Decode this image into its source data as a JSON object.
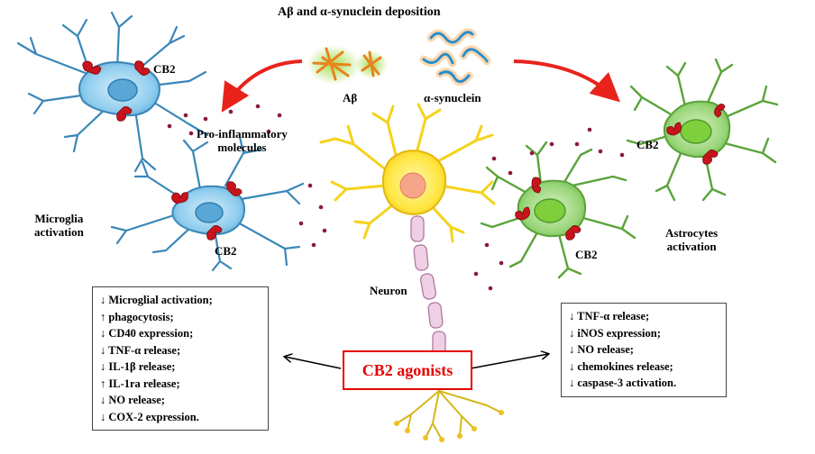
{
  "title": "Aβ and α-synuclein deposition",
  "labels": {
    "abeta": "Aβ",
    "asyn": "α-synuclein",
    "pro_inflammatory": "Pro-inflammatory\nmolecules",
    "microglia": "Microglia\nactivation",
    "astrocytes": "Astrocytes\nactivation",
    "neuron": "Neuron",
    "cb2": "CB2"
  },
  "center_box": "CB2 agonists",
  "left_box": [
    "↓ Microglial activation;",
    "↑ phagocytosis;",
    "↓ CD40 expression;",
    "↓ TNF-α release;",
    "↓ IL-1β release;",
    "↑ IL-1ra release;",
    "↓ NO release;",
    "↓ COX-2 expression."
  ],
  "right_box": [
    "↓ TNF-α release;",
    "↓ iNOS expression;",
    "↓ NO release;",
    "↓ chemokines release;",
    "↓ caspase-3 activation."
  ],
  "colors": {
    "arrow_red": "#e8231c",
    "box_red": "#e60000",
    "microglia_blue": "#7ec3e6",
    "astrocyte_green": "#8fcf6a",
    "neuron_yellow": "#ffe640",
    "receptor_red": "#c8141c",
    "dot_maroon": "#8a1a3a"
  }
}
